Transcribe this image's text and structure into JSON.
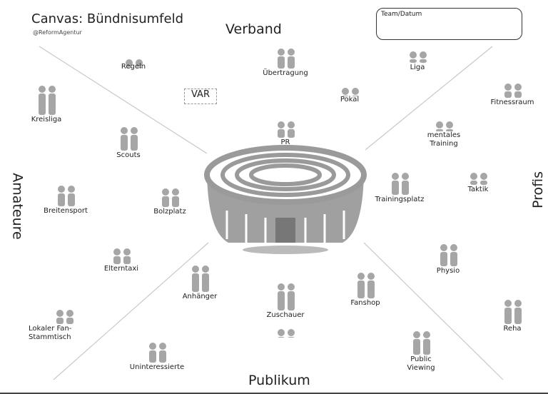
{
  "header": {
    "title": "Canvas: Bündnisumfeld",
    "author": "@ReformAgentur",
    "team_box_label": "Team/Datum"
  },
  "sections": {
    "top": "Verband",
    "left": "Amateure",
    "right": "Profis",
    "bottom": "Publikum"
  },
  "items": [
    {
      "label": "Regeln",
      "icon": "cards-icon"
    },
    {
      "label": "Übertragung",
      "icon": "satellite-dish-icon"
    },
    {
      "label": "Liga",
      "icon": "stadium-icon"
    },
    {
      "label": "VAR",
      "icon": "var-screen-icon"
    },
    {
      "label": "Pokal",
      "icon": "trophy-icon"
    },
    {
      "label": "Fitnessraum",
      "icon": "treadmill-icon"
    },
    {
      "label": "Kreisliga",
      "icon": "star-trophy-icon"
    },
    {
      "label": "PR",
      "icon": "press-podium-icon"
    },
    {
      "label": "mentales Training",
      "icon": "meditation-icon"
    },
    {
      "label": "Scouts",
      "icon": "person-binoculars-icon"
    },
    {
      "label": "Trainingsplatz",
      "icon": "training-board-icon"
    },
    {
      "label": "Taktik",
      "icon": "tactics-board-icon"
    },
    {
      "label": "Breitensport",
      "icon": "athletes-icon"
    },
    {
      "label": "Bolzplatz",
      "icon": "kids-football-icon"
    },
    {
      "label": "Physio",
      "icon": "massage-icon"
    },
    {
      "label": "Elterntaxi",
      "icon": "car-icon"
    },
    {
      "label": "Anhänger",
      "icon": "fans-group-icon"
    },
    {
      "label": "Zuschauer",
      "icon": "family-icon"
    },
    {
      "label": "Fanshop",
      "icon": "shop-icon"
    },
    {
      "label": "Reha",
      "icon": "rehab-bed-icon"
    },
    {
      "label": "Lokaler Fan-Stammtisch",
      "icon": "people-drinking-icon"
    },
    {
      "label": "Uninteressierte",
      "icon": "people-sign-icon"
    },
    {
      "label": "Public Viewing",
      "icon": "public-screen-icon"
    },
    {
      "label": "",
      "icon": "tv-viewer-icon"
    }
  ],
  "colors": {
    "icon": "#a6a6a6",
    "line": "#c8c8c8",
    "text": "#222222"
  }
}
